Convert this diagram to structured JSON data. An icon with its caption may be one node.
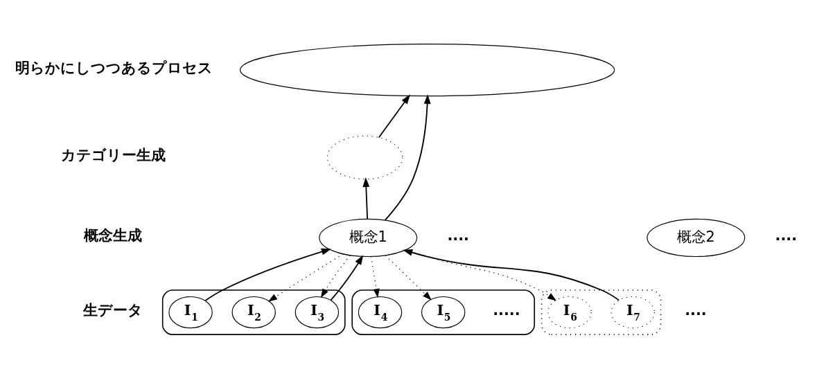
{
  "diagram": {
    "nodes": [
      {
        "text": [],
        "shape": "ellipse"
      },
      {
        "text": [],
        "shape": "ellipse"
      },
      {
        "text": [
          "概念1"
        ]
      },
      {
        "text": [
          "概念2"
        ]
      },
      {
        "text": [],
        "shape": "ellipse"
      },
      {
        "text": [
          "I$_{1}$"
        ],
        "in": 4
      },
      {
        "text": [
          "I$_{2}$"
        ],
        "in": 4
      },
      {
        "text": [
          "I$_{3}$"
        ],
        "in": 4
      },
      {
        "text": [],
        "shape": "ellipse"
      },
      {
        "text": [
          "I$_{4}$"
        ],
        "in": 8
      },
      {
        "text": [
          "I$_{5}$"
        ],
        "in": 8
      },
      {
        "text": [],
        "shape": "ellipse"
      },
      {
        "text": [
          "I$_{6}$"
        ],
        "in": 11
      },
      {
        "text": [
          "I$_{7}$"
        ],
        "in": 11
      }
    ],
    "edges": [
      {
        "from": 1,
        "to": 0,
        "arrow": "to"
      },
      {
        "from": 2,
        "to": 0,
        "arrow": "to"
      },
      {
        "from": 2,
        "to": 1,
        "arrow": "to"
      },
      {
        "from": 5,
        "to": 2,
        "arrow": "to"
      },
      {
        "from": 2,
        "to": 6,
        "arrow": "to",
        "style": "dashed"
      },
      {
        "from": 2,
        "to": 7,
        "arrow": "to",
        "style": "dashed"
      },
      {
        "from": 7,
        "to": 2,
        "arrow": "to"
      },
      {
        "from": 2,
        "to": 9,
        "arrow": "to",
        "style": "dashed"
      },
      {
        "from": 2,
        "to": 10,
        "arrow": "to",
        "style": "dashed"
      },
      {
        "from": 2,
        "to": 12,
        "arrow": "to",
        "style": "dashed"
      },
      {
        "from": 13,
        "to": 2,
        "arrow": "to"
      }
    ],
    "labels": [
      "明らかにしつつあるプロセス",
      "カテゴリー生成",
      "概念生成",
      "....",
      "....",
      "生データ",
      ".....",
      "...."
    ]
  }
}
